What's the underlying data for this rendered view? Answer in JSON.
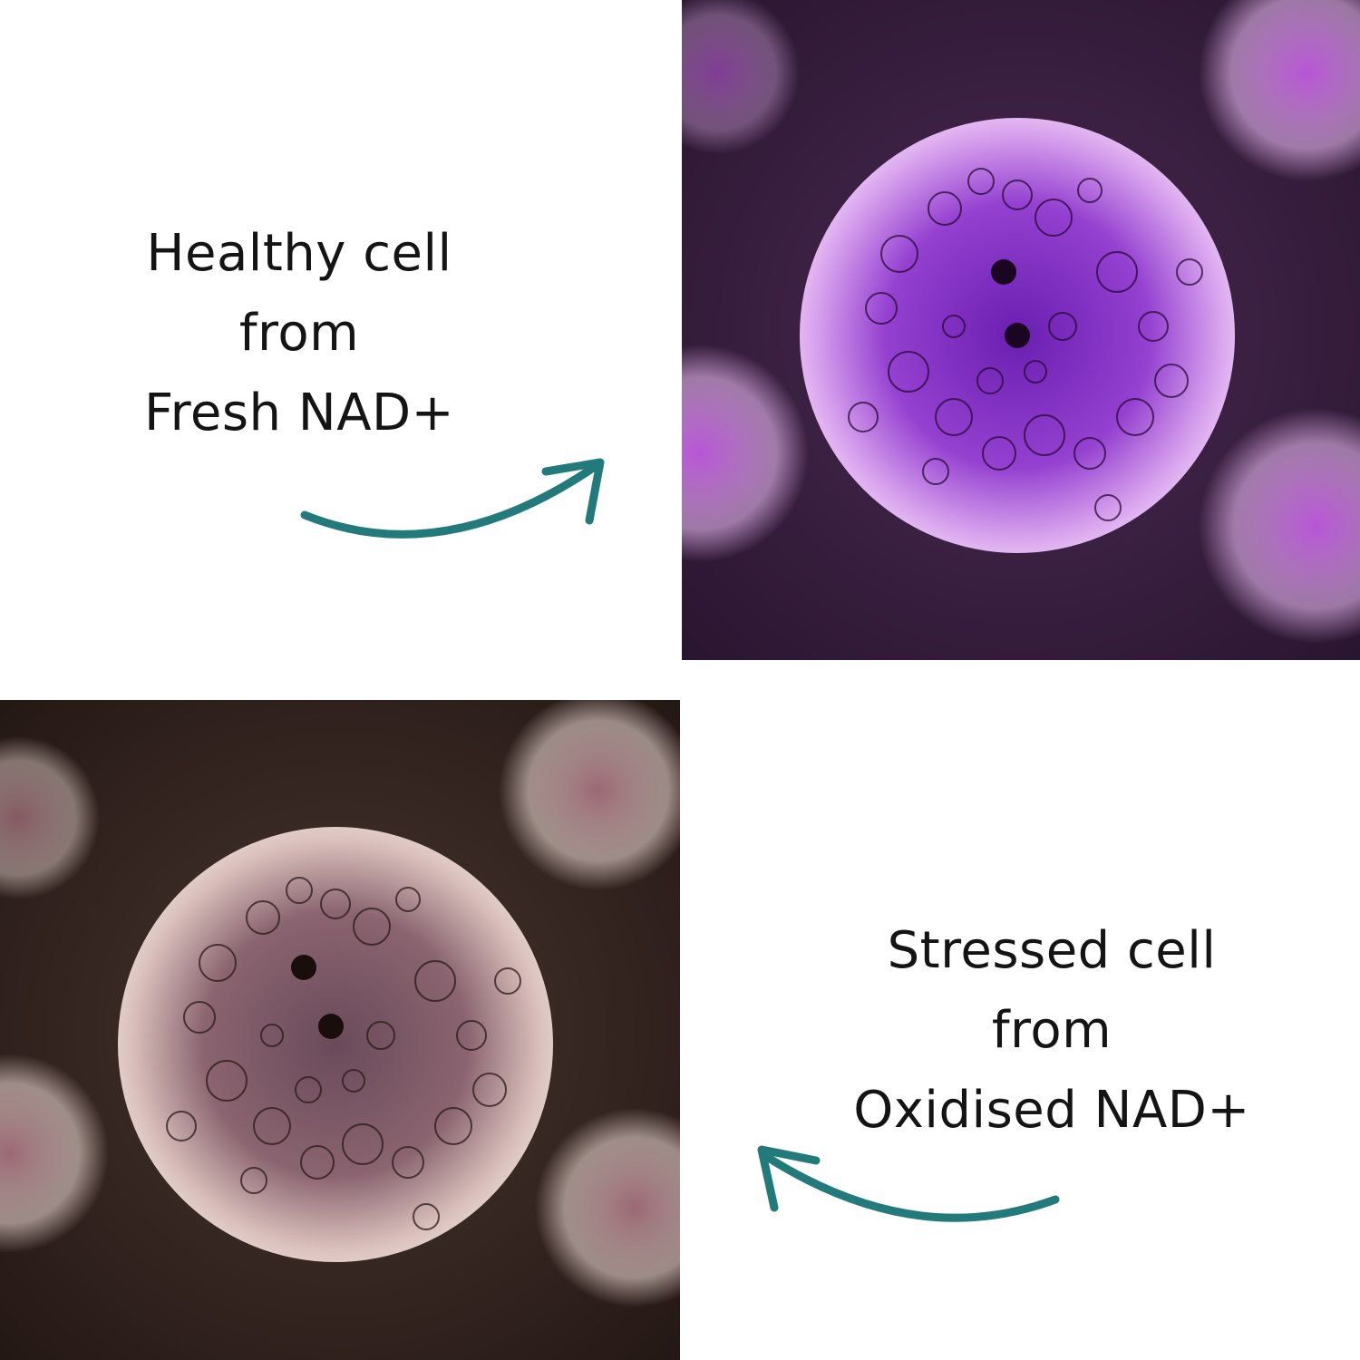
{
  "top": {
    "caption_lines": [
      "Healthy cell",
      "from",
      "Fresh NAD+"
    ]
  },
  "bottom": {
    "caption_lines": [
      "Stressed cell",
      "from",
      "Oxidised NAD+"
    ]
  },
  "colors": {
    "arrow": "#237a7a",
    "healthy_bg": "#3b1f3f",
    "healthy_cell": "#9b3fd3",
    "stressed_bg": "#3a2a26",
    "stressed_cell": "#c9a8a8"
  },
  "icons": {
    "arrow_top": "curved-arrow-right-icon",
    "arrow_bottom": "curved-arrow-left-icon"
  }
}
